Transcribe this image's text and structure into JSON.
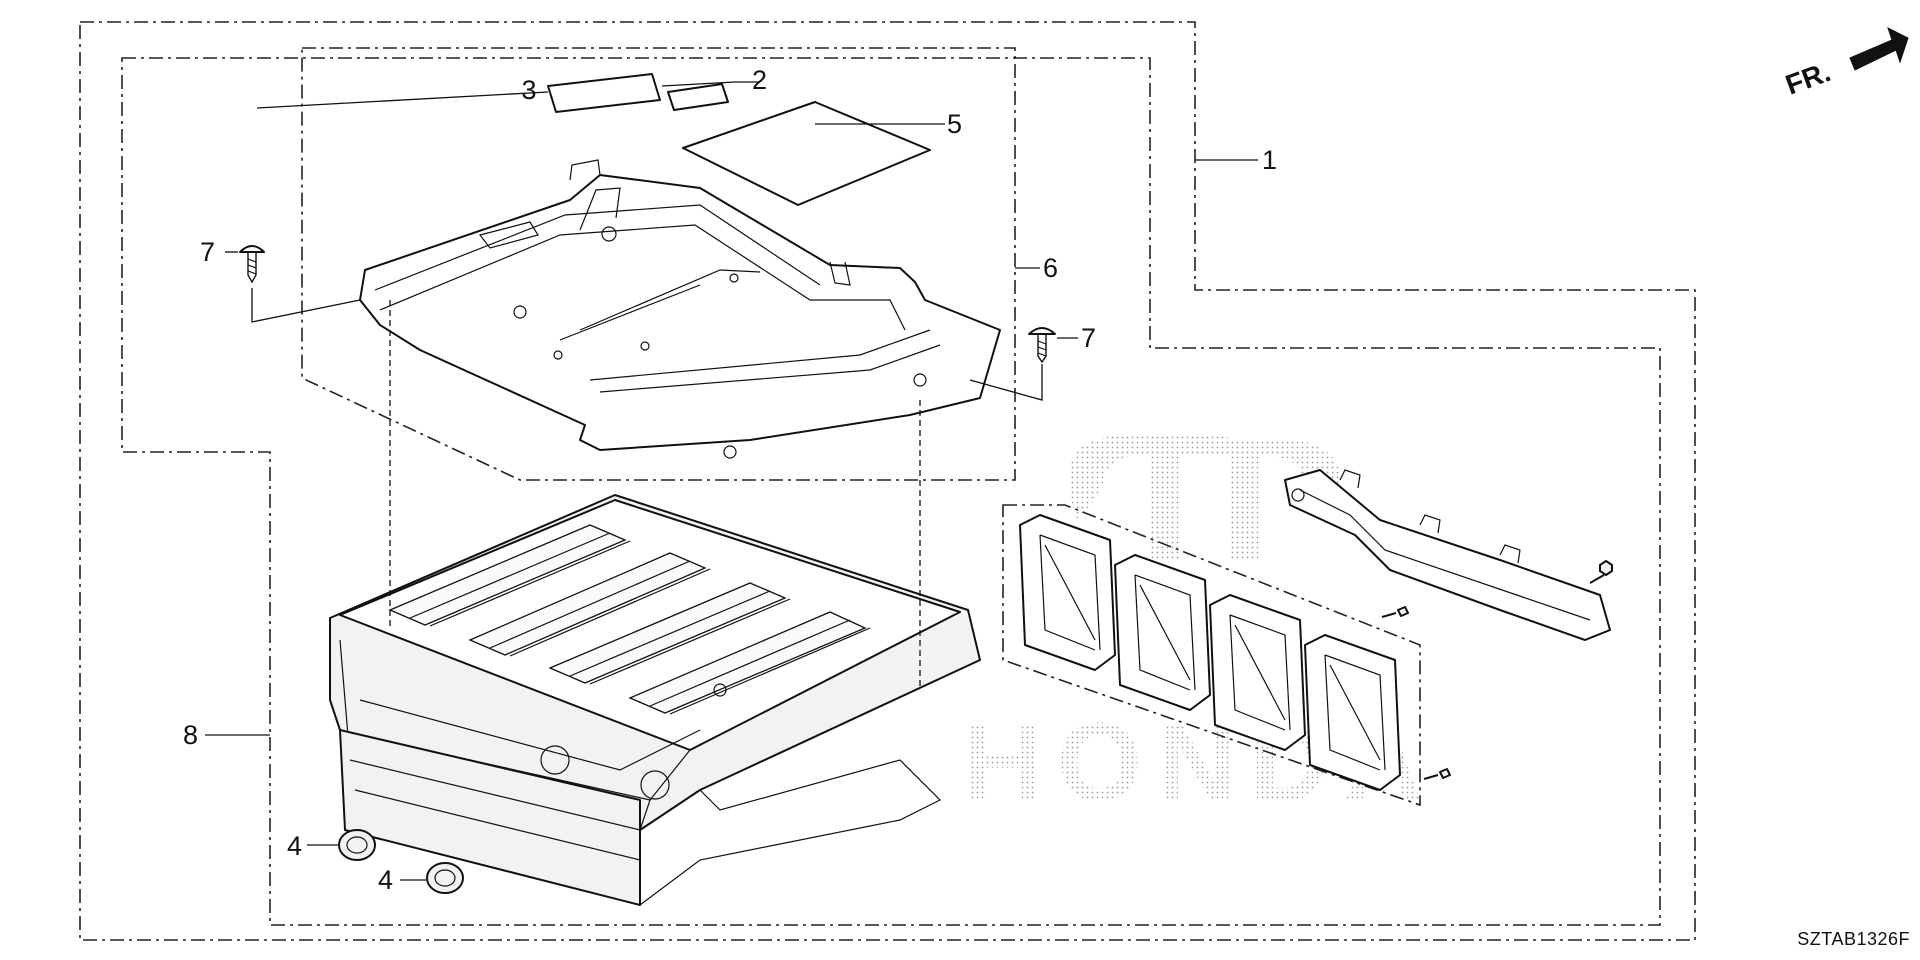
{
  "diagram_code": "SZTAB1326F",
  "direction_label": "FR.",
  "watermark": "HONDA",
  "callouts": {
    "c1": "1",
    "c2": "2",
    "c3": "3",
    "c4a": "4",
    "c4b": "4",
    "c5": "5",
    "c6": "6",
    "c7a": "7",
    "c7b": "7",
    "c8": "8"
  }
}
